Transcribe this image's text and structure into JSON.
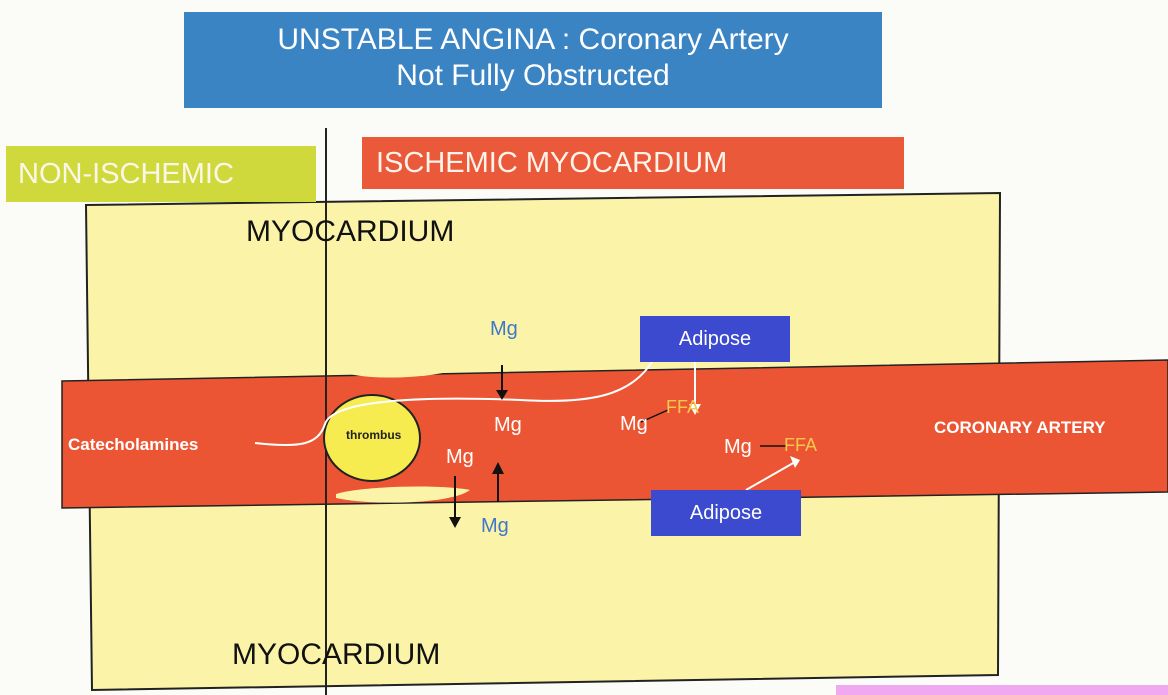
{
  "title": {
    "line1": "UNSTABLE ANGINA : Coronary Artery",
    "line2": "Not Fully Obstructed"
  },
  "regions": {
    "non_ischemic": "NON-ISCHEMIC",
    "ischemic": "ISCHEMIC MYOCARDIUM"
  },
  "myocardium": {
    "top_label": "MYOCARDIUM",
    "bottom_label": "MYOCARDIUM"
  },
  "artery": {
    "label": "CORONARY ARTERY",
    "catecholamines": "Catecholamines",
    "thrombus": "thrombus"
  },
  "magnesium": {
    "top_outside": "Mg",
    "center_inside": "Mg",
    "left_inside": "Mg",
    "bottom_outside": "Mg",
    "ffa_pair_1": "Mg",
    "ffa_pair_2": "Mg"
  },
  "ffa": {
    "top": "FFA",
    "bottom": "FFA"
  },
  "adipose": {
    "top": "Adipose",
    "bottom": "Adipose"
  },
  "colors": {
    "title_bg": "#3b84c4",
    "non_ischemic_bg": "#cfd93b",
    "ischemic_bg": "#ea5a3a",
    "myocardium_fill": "#fbf4a8",
    "artery_fill": "#ec5533",
    "adipose_bg": "#3c4ad0",
    "thrombus_fill": "#f6ec50",
    "mg_outside": "#3f78c8",
    "ffa": "#f4c84a"
  }
}
